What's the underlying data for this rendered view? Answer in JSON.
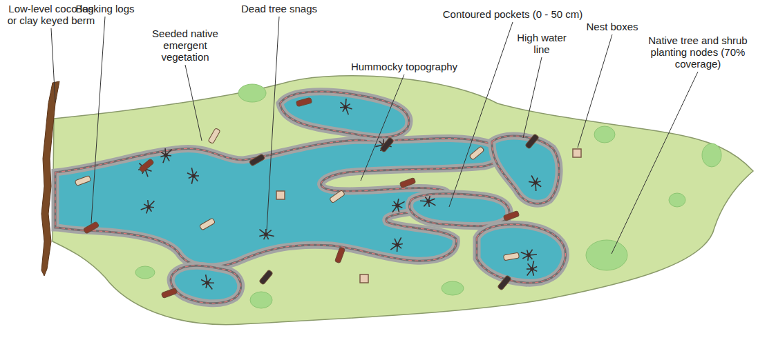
{
  "diagram": {
    "labels": [
      "Low-level coco log or clay keyed berm",
      "Basking logs",
      "Seeded native emergent vegetation",
      "Dead tree snags",
      "Hummocky topography",
      "Contoured pockets (0 - 50 cm)",
      "High water line",
      "Nest boxes",
      "Native tree and shrub planting nodes (70% coverage)"
    ]
  }
}
